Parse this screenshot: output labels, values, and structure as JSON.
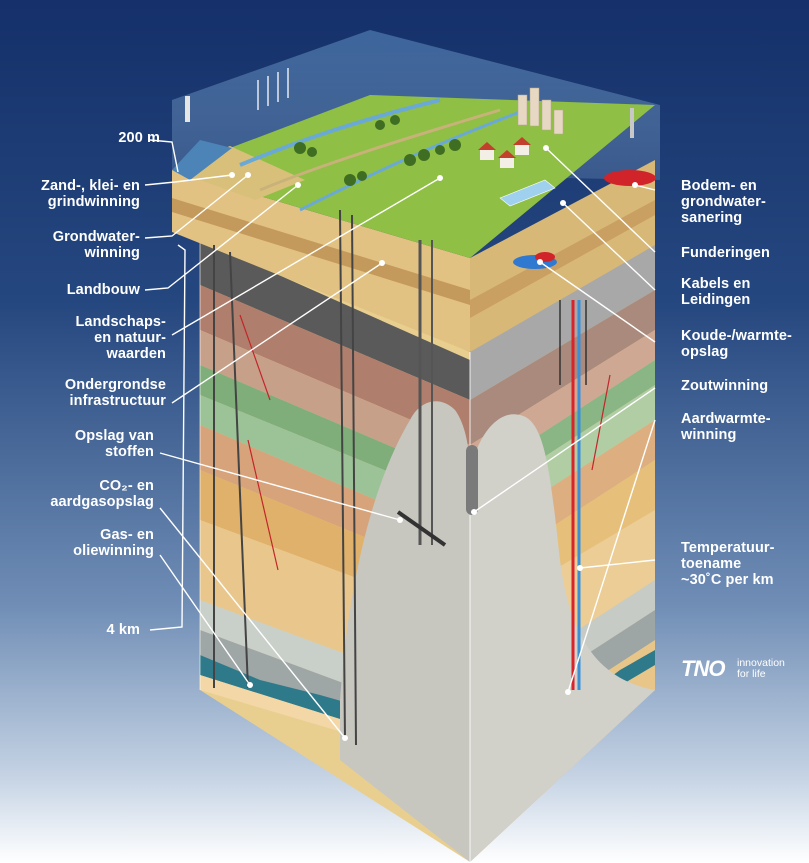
{
  "labels": {
    "depth_200": "200 m",
    "depth_4km": "4 km",
    "zand": "Zand-, klei- en\ngrindwinning",
    "grondwater": "Grondwater-\nwinning",
    "landbouw": "Landbouw",
    "landschap": "Landschaps-\nen natuur-\nwaarden",
    "ondergronds": "Ondergrondse\ninfrastructuur",
    "opslag": "Opslag van\nstoffen",
    "co2": "CO₂- en\naardgasopslag",
    "gasolie": "Gas- en\noliewinning",
    "bodem": "Bodem- en\ngrondwater-\nsanering",
    "funderingen": "Funderingen",
    "kabels": "Kabels en\nLeidingen",
    "koude": "Koude-/warmte-\nopslag",
    "zout": "Zoutwinning",
    "aardwarmte": "Aardwarmte-\nwinning",
    "temperatuur": "Temperatuur-\ntoename\n~30˚C per km"
  },
  "logo": {
    "wordmark": "TNO",
    "tagline": "innovation\nfor life"
  },
  "colors": {
    "background_top": "#15306a",
    "leader_line": "#ffffff",
    "grass": "#8fbf45",
    "sand": "#e8c27a",
    "salt_dome": "#c9c9c4",
    "hot_pipe": "#d8242a",
    "cold_pipe": "#3a8fd6"
  }
}
